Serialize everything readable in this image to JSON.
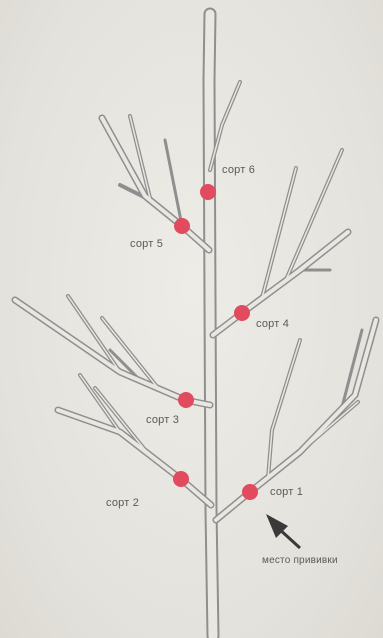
{
  "labels": {
    "graft1": "сорт 1",
    "graft2": "сорт 2",
    "graft3": "сорт 3",
    "graft4": "сорт 4",
    "graft5": "сорт 5",
    "graft6": "сорт 6",
    "graft_site": "место прививки"
  },
  "colors": {
    "background": "#e7e5df",
    "branch_outline": "#8f8f8f",
    "graft_marker": "#e24a5e",
    "arrow": "#3a3a3a"
  }
}
